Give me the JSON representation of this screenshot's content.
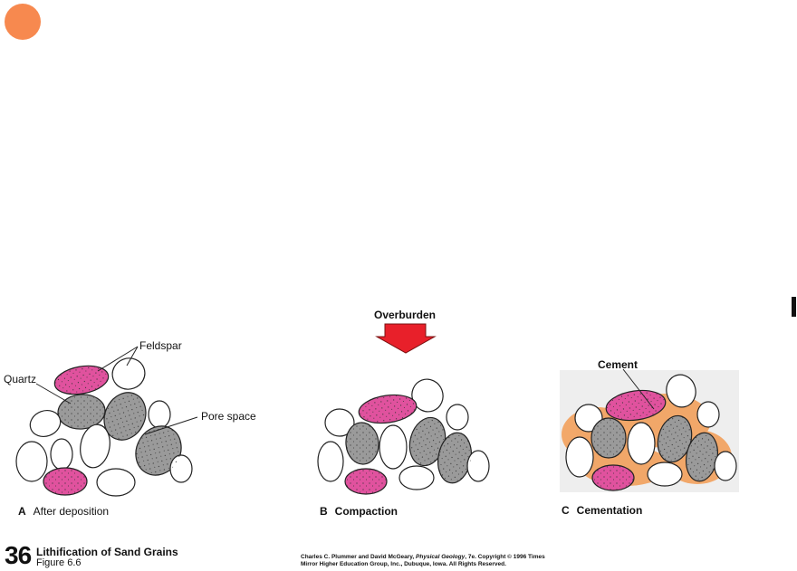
{
  "diagram": {
    "labels": {
      "feldspar": "Feldspar",
      "quartz": "Quartz",
      "pore_space": "Pore space",
      "overburden": "Overburden",
      "cement": "Cement"
    },
    "panels": [
      {
        "letter": "A",
        "caption": "After deposition"
      },
      {
        "letter": "B",
        "caption": "Compaction"
      },
      {
        "letter": "C",
        "caption": "Cementation"
      }
    ]
  },
  "footer": {
    "page_number": "36",
    "title": "Lithification of Sand Grains",
    "figure": "Figure 6.6",
    "credit": {
      "line1_pre": "Charles C. Plummer and David McGeary, ",
      "line1_italic": "Physical Geology",
      "line1_post": ", 7e. Copyright © 1996 Times",
      "line2": "Mirror Higher Education Group, Inc., Dubuque, Iowa. All Rights Reserved."
    }
  },
  "colors": {
    "feldspar": "#e0529e",
    "quartz": "#ffffff",
    "gray_grain": "#9a9a9a",
    "cement": "#f29b52",
    "arrow": "#e8202a",
    "marker_dot": "#f7894f"
  }
}
